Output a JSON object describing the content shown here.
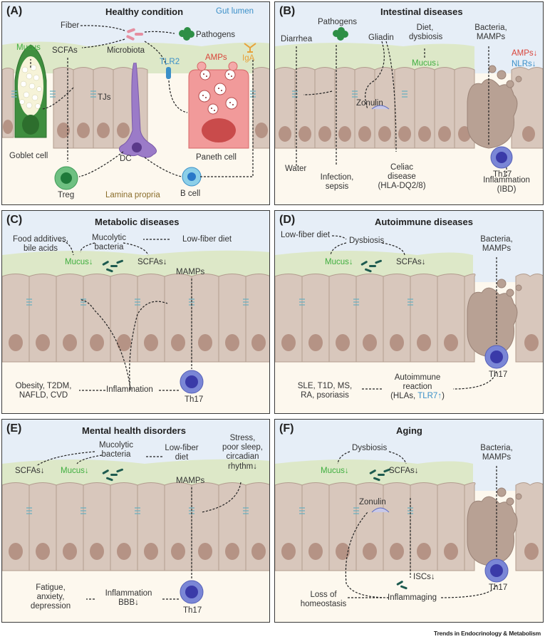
{
  "footer": "Trends in Endocrinology & Metabolism",
  "panels": {
    "A": {
      "letter": "(A)",
      "title": "Healthy condition",
      "lumen": "Gut lumen",
      "fiber": "Fiber",
      "pathogens": "Pathogens",
      "mucus": "Mucus",
      "scfas": "SCFAs",
      "microbiota": "Microbiota",
      "tlr2": "TLR2",
      "amps": "AMPs",
      "iga": "IgA",
      "tjs": "TJs",
      "goblet": "Goblet cell",
      "dc": "DC",
      "paneth": "Paneth cell",
      "treg": "Treg",
      "bcell": "B cell",
      "propria": "Lamina propria"
    },
    "B": {
      "letter": "(B)",
      "title": "Intestinal diseases",
      "pathogens": "Pathogens",
      "diarrhea": "Diarrhea",
      "gliadin": "Gliadin",
      "diet": "Diet,",
      "dysbiosis": "dysbiosis",
      "mucus": "Mucus↓",
      "bacteria": "Bacteria,",
      "mamps": "MAMPs",
      "amps": "AMPs↓",
      "nlrs": "NLRs↓",
      "zonulin": "Zonulin",
      "th17": "Th17",
      "water": "Water",
      "infection": "Infection,",
      "sepsis": "sepsis",
      "celiac1": "Celiac",
      "celiac2": "disease",
      "celiac3": "(HLA-DQ2/8)",
      "inflam": "Inflammation",
      "ibd": "(IBD)"
    },
    "C": {
      "letter": "(C)",
      "title": "Metabolic diseases",
      "food1": "Food additives,",
      "food2": "bile acids",
      "muco1": "Mucolytic",
      "muco2": "bacteria",
      "lowfiber": "Low-fiber diet",
      "mucus": "Mucus↓",
      "scfas": "SCFAs↓",
      "mamps": "MAMPs",
      "ob1": "Obesity, T2DM,",
      "ob2": "NAFLD, CVD",
      "inflam": "Inflammation",
      "th17": "Th17"
    },
    "D": {
      "letter": "(D)",
      "title": "Autoimmune diseases",
      "lowfiber": "Low-fiber diet",
      "dysbiosis": "Dysbiosis",
      "bacteria": "Bacteria,",
      "mamps": "MAMPs",
      "mucus": "Mucus↓",
      "scfas": "SCFAs↓",
      "th17": "Th17",
      "sle1": "SLE, T1D, MS,",
      "sle2": "RA, psoriasis",
      "auto1": "Autoimmune",
      "auto2": "reaction",
      "hlas": "(HLAs, ",
      "tlr7": "TLR7↑",
      "close": ")"
    },
    "E": {
      "letter": "(E)",
      "title": "Mental health disorders",
      "muco1": "Mucolytic",
      "muco2": "bacteria",
      "low1": "Low-fiber",
      "low2": "diet",
      "stress1": "Stress,",
      "stress2": "poor sleep,",
      "stress3": "circadian",
      "stress4": "rhythm↓",
      "scfas": "SCFAs↓",
      "mucus": "Mucus↓",
      "mamps": "MAMPs",
      "fat1": "Fatigue,",
      "fat2": "anxiety,",
      "fat3": "depression",
      "inflam": "Inflammation",
      "bbb": "BBB↓",
      "th17": "Th17"
    },
    "F": {
      "letter": "(F)",
      "title": "Aging",
      "dysbiosis": "Dysbiosis",
      "bacteria": "Bacteria,",
      "mamps": "MAMPs",
      "mucus": "Mucus↓",
      "scfas": "SCFAs↓",
      "zonulin": "Zonulin",
      "iscs": "ISCs↓",
      "loss1": "Loss of",
      "loss2": "homeostasis",
      "inflammaging": "Inflammaging",
      "th17": "Th17"
    }
  },
  "colors": {
    "lumen": "#e6eef7",
    "mucus_layer": "#dde8c8",
    "cell_fill": "#d8c7bc",
    "cell_stroke": "#b29c8e",
    "nucleus": "#b59385",
    "propria": "#fcf6e9",
    "bacteria": "#1d5a4f",
    "th17_outer": "#7a86d6",
    "th17_inner": "#3a3aa8",
    "tj": "#6aaec0",
    "green_text": "#3fae3f",
    "blue_text": "#3a8fc8",
    "red_text": "#d9443a"
  }
}
